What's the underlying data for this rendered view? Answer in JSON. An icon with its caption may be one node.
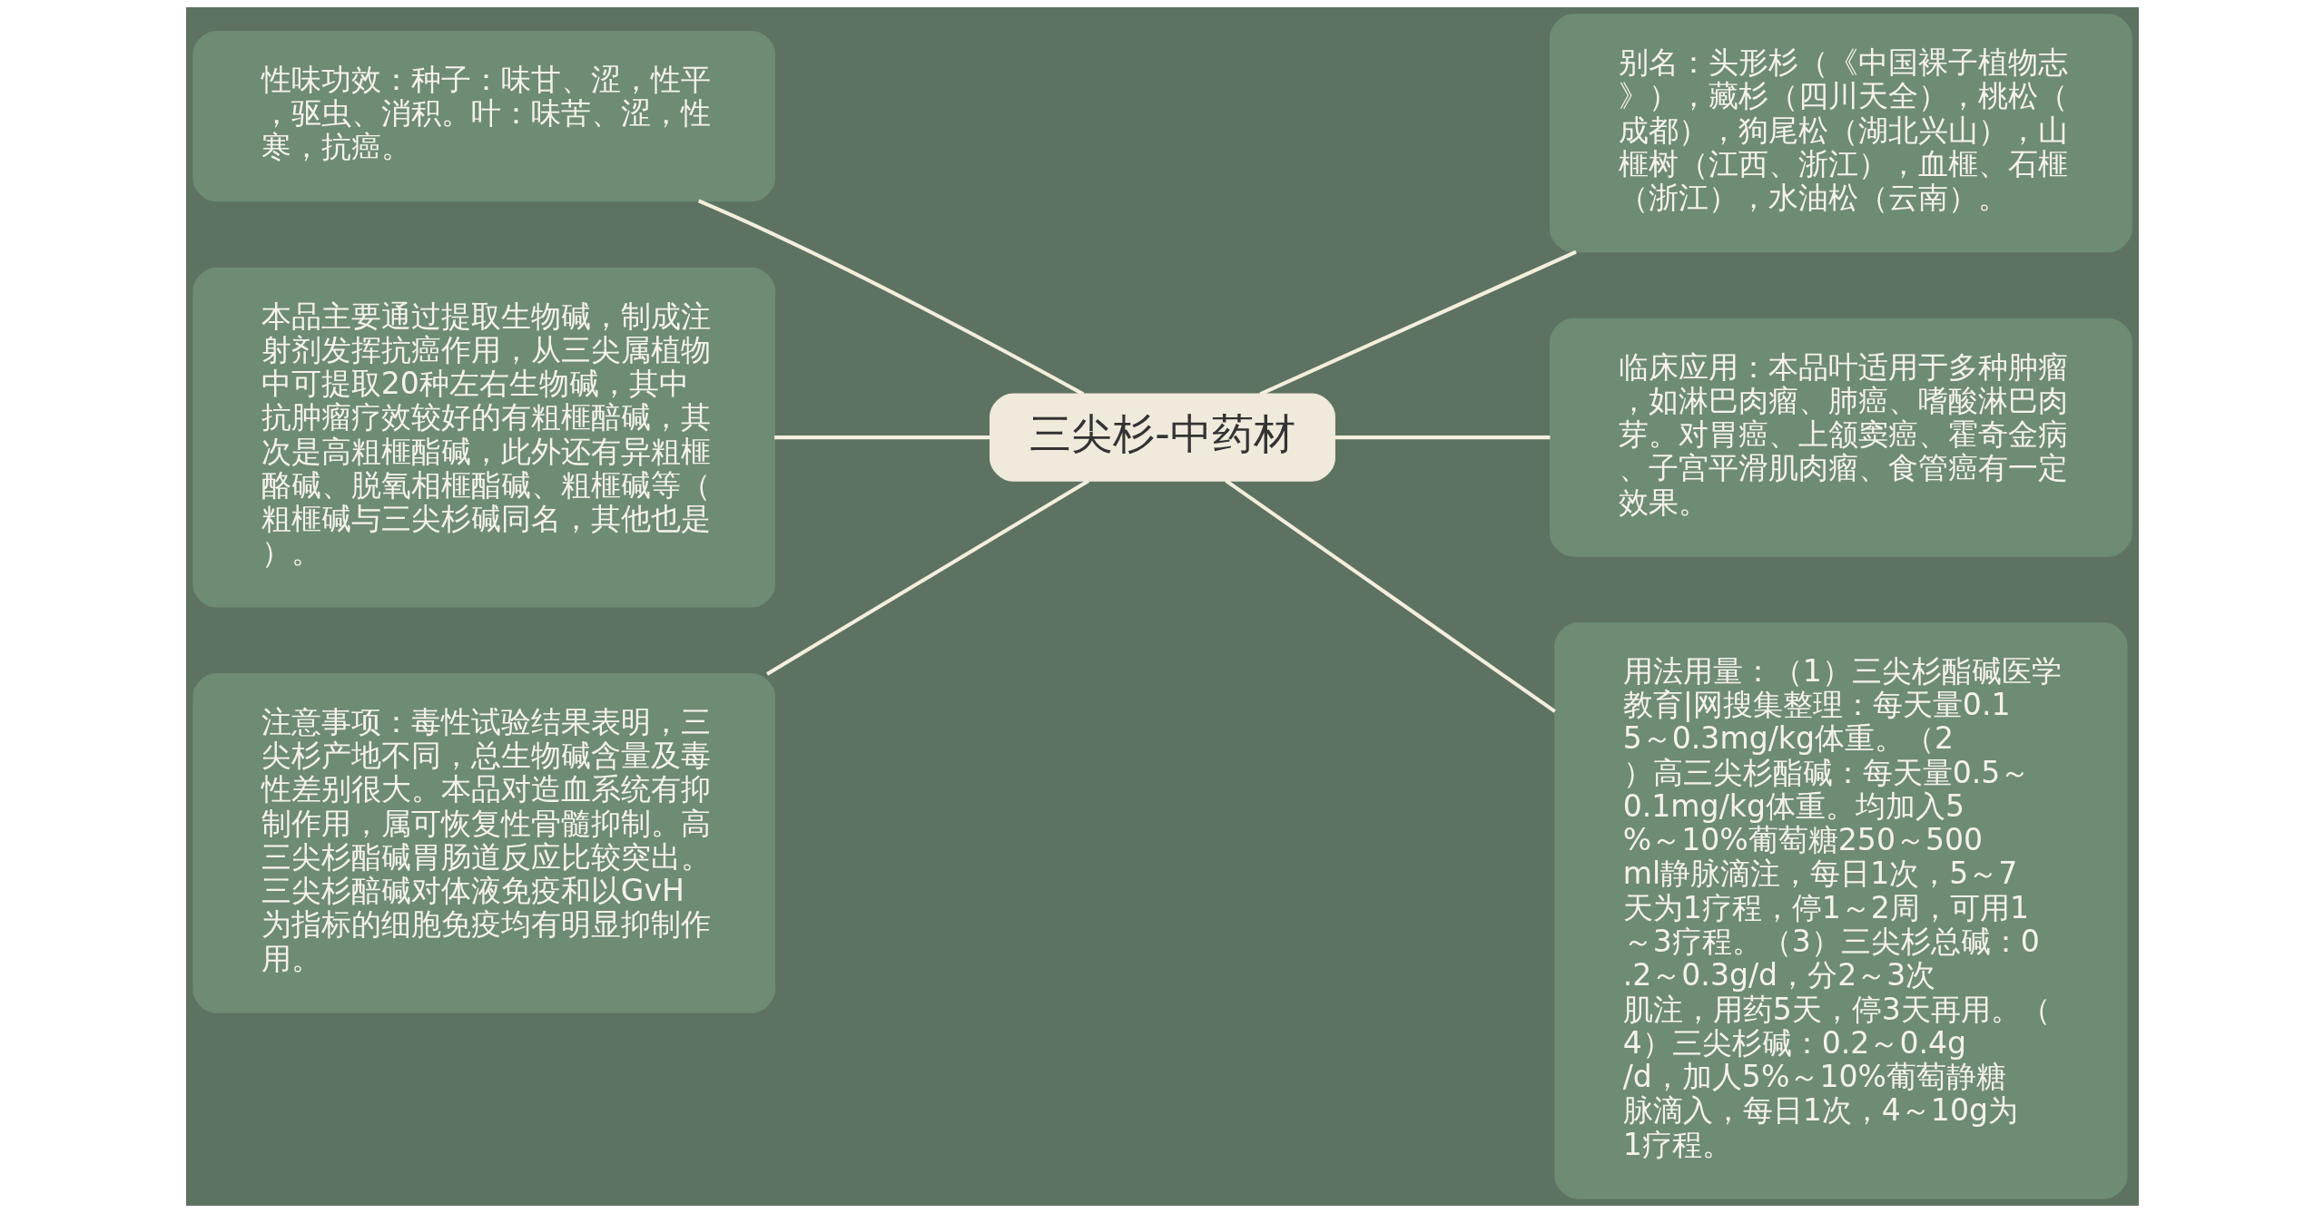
{
  "diagram": {
    "nodes": [
      {
        "text": [
          "三尖杉-中药材"
        ]
      },
      {
        "text": [
          "性味功效：种子：味甘、涩，性平，驱虫、消积。叶：味苦、涩，性寒，抗癌。"
        ]
      },
      {
        "text": [
          "本品主要通过提取生物碱，制成注射剂发挥抗癌作用，从三尖属植物中可提取20种左右生物碱，其中抗肿瘤疗效较好的有粗榧醅碱，其次是高粗榧酯碱，此外还有异粗榧酪碱、脱氧相榧酯碱、粗榧碱等（粗榧碱与三尖杉碱同名，其他也是）。"
        ]
      },
      {
        "text": [
          "注意事项：毒性试验结果表明，三尖杉产地不同，总生物碱含量及毒性差别很大。本品对造血系统有抑制作用，属可恢复性骨髓抑制。高三尖杉酯碱胃肠道反应比较突出。三尖杉醅碱对体液免疫和以GvH为指标的细胞免疫均有明显抑制作用。"
        ]
      },
      {
        "text": [
          "别名：头形杉（《中国裸子植物志》），藏杉（四川天全），桃松（成都），狗尾松（湖北兴山），山榧树（江西、浙江），血榧、石榧（浙江），水油松（云南）。"
        ]
      },
      {
        "text": [
          "临床应用：本品叶适用于多种肿瘤，如淋巴肉瘤、肺癌、嗜酸淋巴肉芽。对胃癌、上颔窦癌、霍奇金病、子宫平滑肌肉瘤、食管癌有一定效果。"
        ]
      },
      {
        "text": [
          "用法用量：（1）三尖杉酯碱医学教育|网搜集整理：每天量0.15～0.3mg/kg体重。（2）高三尖杉酯碱：每天量0.5～0.1mg/kg体重。均加入5%～10%葡萄糖250～500ml静脉滴注，每日1次，5～7天为1疗程，停1～2周，可用1～3疗程。（3）三尖杉总碱：0.2～0.3g/d，分2～3次肌注，用药5天，停3天再用。（4）三尖杉碱：0.2～0.4g/d，加人5%～10%葡萄静糖脉滴入，每日1次，4～10g为1疗程。"
        ]
      }
    ],
    "edges": [
      {
        "from": 0,
        "to": 1,
        "arrow": "none"
      },
      {
        "from": 0,
        "to": 2,
        "arrow": "none"
      },
      {
        "from": 0,
        "to": 3,
        "arrow": "none"
      },
      {
        "from": 0,
        "to": 4,
        "arrow": "none"
      },
      {
        "from": 0,
        "to": 5,
        "arrow": "none"
      },
      {
        "from": 0,
        "to": 6,
        "arrow": "none"
      }
    ]
  }
}
